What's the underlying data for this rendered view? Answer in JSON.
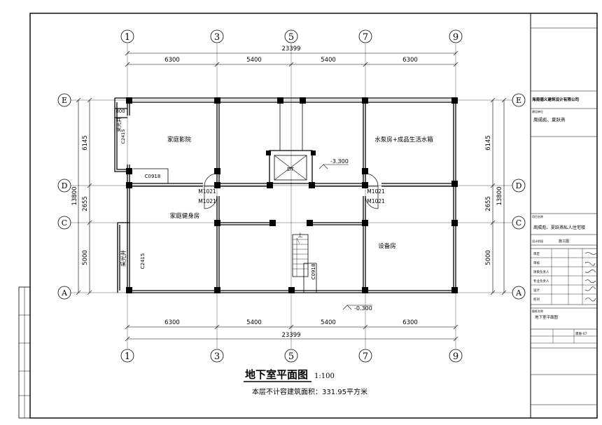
{
  "drawing": {
    "title": "地下室平面图",
    "scale": "1:100",
    "area_note": "本层不计容建筑面积：331.95平方米"
  },
  "axes": {
    "vertical": [
      "1",
      "3",
      "5",
      "7",
      "9"
    ],
    "horizontal": [
      "E",
      "D",
      "C",
      "A"
    ]
  },
  "dimensions": {
    "top_total": "23399",
    "bottom_total": "23399",
    "spans": [
      "6300",
      "5400",
      "5400",
      "6300"
    ],
    "left_total": "13800",
    "right_total": "13800",
    "side_spans": [
      "6145",
      "2655",
      "5000"
    ]
  },
  "rooms": {
    "cinema": "家庭影院",
    "pump_room": "水泵房+成品生活水箱",
    "gym": "家庭健身房",
    "equipment": "设备房",
    "light_well": "采光井",
    "light_well_2": "采光井"
  },
  "openings": {
    "door_left_1": "M1021",
    "door_left_2": "M1021",
    "door_right_1": "M1021",
    "door_right_2": "M1021",
    "window_top_left": "C2415",
    "window_bottom_left": "C2415",
    "window_small_1": "C0918",
    "window_small_2": "C0918",
    "width_800": "800",
    "elevator": "DT",
    "stair_up": "上"
  },
  "levels": {
    "level_main": "-3.300",
    "level_bottom": "-0.300"
  },
  "title_block": {
    "company": "海南德义建筑设计有限公司",
    "client_label": "建设单位",
    "client": "周成彪、夏跃燕",
    "project_label": "项目名称",
    "project": "周成彪、夏跃燕私人住宅楼",
    "stage_label": "设计阶段",
    "stage": "施工图",
    "drawing_label": "图纸名称",
    "drawing_name": "地下室平面图",
    "roles": [
      "审定",
      "审核",
      "项目负责人",
      "专业负责人",
      "设计",
      "校对"
    ],
    "sheet_no": "建施-07"
  },
  "colors": {
    "line": "#000000",
    "paper": "#ffffff",
    "grid": "#444444"
  }
}
